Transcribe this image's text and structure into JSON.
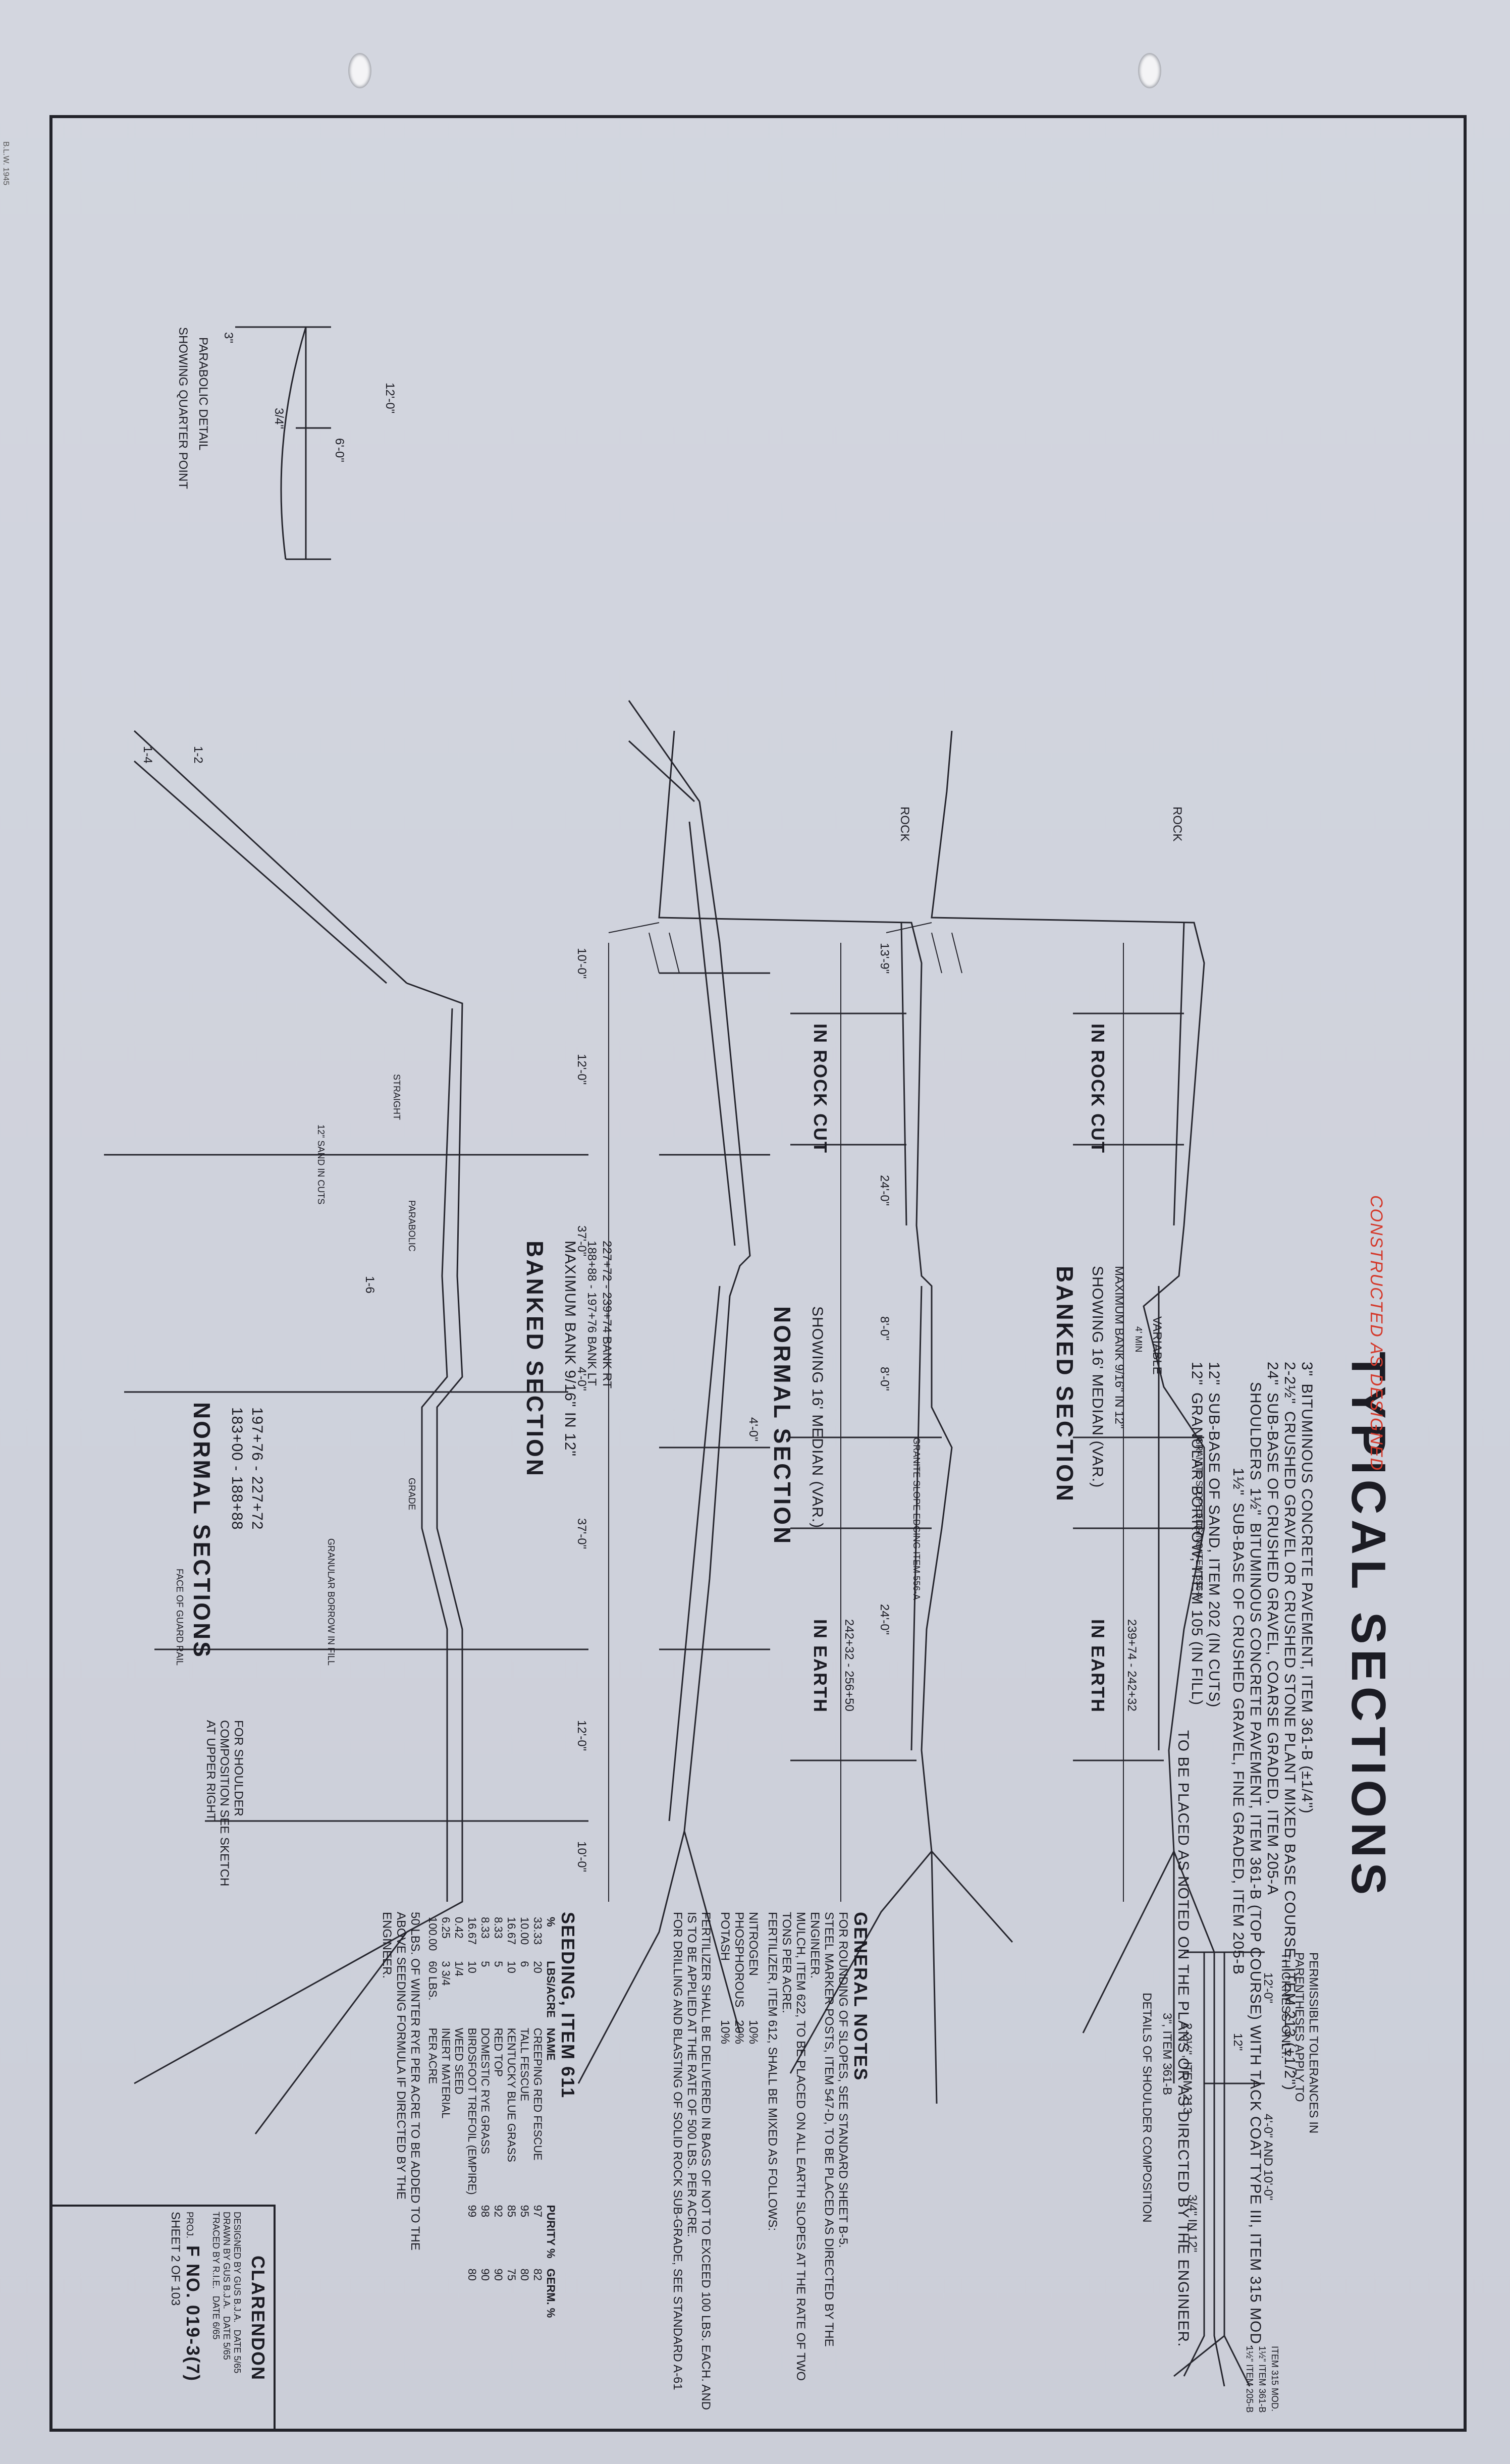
{
  "sheet_title": "TYPICAL SECTIONS",
  "stamp": "CONSTRUCTED AS DESIGNED",
  "margin_stamp": "B.L.W. 1945",
  "materials": [
    {
      "thk": "3\"",
      "text": "BITUMINOUS CONCRETE PAVEMENT, ITEM 361-B (±1/4\")"
    },
    {
      "thk": "2-2½\"",
      "text": "CRUSHED GRAVEL OR CRUSHED STONE PLANT MIXED BASE COURSE, ITEM 213 (±1/2\")"
    },
    {
      "thk": "24\"",
      "text": "SUB-BASE OF CRUSHED GRAVEL, COARSE GRADED, ITEM 205-A"
    },
    {
      "thk": "1½\"",
      "text": "BITUMINOUS CONCRETE PAVEMENT, ITEM 361-B (TOP COURSE) WITH TACK COAT TYPE III, ITEM 315 MOD."
    },
    {
      "thk": "1½\"",
      "text": "SUB-BASE OF CRUSHED GRAVEL, FINE GRADED, ITEM 205-B"
    },
    {
      "thk": "12\"",
      "text": "SUB-BASE OF SAND, ITEM 202 (IN CUTS)"
    },
    {
      "thk": "12\"",
      "text": "GRANULAR BORROW, ITEM 105 (IN FILL)"
    }
  ],
  "shoulders_label": "SHOULDERS",
  "placed_note": "TO BE PLACED AS NOTED ON THE PLANS OR AS DIRECTED BY THE ENGINEER.",
  "tolerance_note": "PERMISSIBLE TOLERANCES IN PARENTHESES APPLY TO THICKNESS ONLY.",
  "parabolic": {
    "title": "PARABOLIC DETAIL",
    "sub": "SHOWING QUARTER POINT",
    "d1": "12'-0\"",
    "d2": "6'-0\"",
    "d3": "3\"",
    "d4": "3/4\""
  },
  "sections": {
    "normal_top": {
      "title": "NORMAL SECTIONS",
      "sta1": "183+00 - 188+88",
      "sta2": "197+76 - 227+72"
    },
    "banked_top": {
      "title": "BANKED SECTION",
      "sub": "MAXIMUM BANK 9/16\" IN 12\"",
      "sta1": "188+88 - 197+76 BANK LT",
      "sta2": "227+72 - 239+74 BANK RT"
    },
    "normal_rock": {
      "title": "NORMAL SECTION",
      "sub": "SHOWING 16' MEDIAN (VAR.)",
      "left": "IN ROCK CUT",
      "right": "IN EARTH",
      "sta": "242+32 - 256+50"
    },
    "banked_rock": {
      "title": "BANKED SECTION",
      "sub": "SHOWING 16' MEDIAN (VAR.)",
      "left": "IN ROCK CUT",
      "right": "IN EARTH",
      "bank": "MAXIMUM BANK 9/16\" IN 12\"",
      "sta": "239+74 - 242+32"
    }
  },
  "dims": {
    "d37": "37'-0\"",
    "d12": "12'-0\"",
    "d10": "10'-0\"",
    "d4": "4'-0\"",
    "d24": "24'-0\"",
    "d8": "8'-0\"",
    "d13": "13'-9\"",
    "variable": "VARIABLE",
    "min": "4' MIN",
    "rock": "ROCK",
    "slope14": "1-4",
    "slope12": "1-2",
    "slope16": "1-6",
    "straight": "STRAIGHT",
    "parabolic": "PARABOLIC",
    "grade": "GRADE",
    "guard": "FACE OF GUARD RAIL",
    "granular": "GRANULAR BORROW IN FILL",
    "sand": "12\" SAND IN CUTS",
    "edging": "GRANITE SLOPE EDGING ITEM 556-A"
  },
  "shoulder_detail": {
    "title": "DETAILS OF SHOULDER COMPOSITION",
    "see_note": "FOR SHOULDER COMPOSITION SEE SKETCH AT UPPER RIGHT",
    "l1": "12'-0\"",
    "l2": "4'-0\" AND 10'-0\"",
    "l3": "12\"",
    "l4": "3/4\" IN 12\"",
    "l5": "ITEM 315 MOD.",
    "l6": "1½\" ITEM 361-B",
    "l7": "1½\" ITEM 205-B",
    "l8": "2-2½\", ITEM 213",
    "l9": "3\", ITEM 361-B"
  },
  "general_notes": {
    "title": "GENERAL NOTES",
    "lines": [
      "FOR ROUNDING OF SLOPES, SEE STANDARD SHEET B-5.",
      "STEEL MARKER POSTS, ITEM 547-D, TO BE PLACED AS DIRECTED BY THE ENGINEER.",
      "MULCH, ITEM 622, TO BE PLACED ON ALL EARTH SLOPES AT THE RATE OF TWO TONS PER ACRE.",
      "FERTILIZER, ITEM 612, SHALL BE MIXED AS FOLLOWS:"
    ],
    "fert": [
      [
        "NITROGEN",
        "10%"
      ],
      [
        "PHOSPHOROUS",
        "20%"
      ],
      [
        "POTASH",
        "10%"
      ]
    ],
    "fert_note": "FERTILIZER SHALL BE DELIVERED IN BAGS OF NOT TO EXCEED 100 LBS. EACH. AND IS TO BE APPLIED AT THE RATE OF 500 LBS. PER ACRE.",
    "rock_note": "FOR DRILLING AND BLASTING OF SOLID ROCK SUB-GRADE, SEE STANDARD A-61"
  },
  "seeding": {
    "title": "SEEDING, ITEM 611",
    "headers": [
      "%",
      "LBS/ACRE",
      "NAME",
      "PURITY %",
      "GERM. %"
    ],
    "rows": [
      [
        "33.33",
        "20",
        "CREEPING RED FESCUE",
        "97",
        "82"
      ],
      [
        "10.00",
        "6",
        "TALL FESCUE",
        "95",
        "80"
      ],
      [
        "16.67",
        "10",
        "KENTUCKY BLUE GRASS",
        "85",
        "75"
      ],
      [
        "8.33",
        "5",
        "RED TOP",
        "92",
        "90"
      ],
      [
        "8.33",
        "5",
        "DOMESTIC RYE GRASS",
        "98",
        "90"
      ],
      [
        "16.67",
        "10",
        "BIRDSFOOT TREFOIL (EMPIRE)",
        "99",
        "80"
      ],
      [
        "0.42",
        "1/4",
        "WEED SEED",
        "",
        ""
      ],
      [
        "6.25",
        "3 3/4",
        "INERT MATERIAL",
        "",
        ""
      ],
      [
        "100.00",
        "60 LBS.",
        "PER ACRE",
        "",
        ""
      ]
    ],
    "note": "50 LBS. OF WINTER RYE PER ACRE TO BE ADDED TO THE ABOVE SEEDING FORMULA IF DIRECTED BY THE ENGINEER."
  },
  "title_block": {
    "town": "CLARENDON",
    "designed_by": "DESIGNED BY GUS B.J.A.",
    "designed_date": "DATE 5/65",
    "drawn_by": "DRAWN BY GUS B.J.A.",
    "drawn_date": "DATE 5/65",
    "traced_by": "TRACED BY R.I.E.",
    "traced_date": "DATE 6/65",
    "proj_label": "PROJ.",
    "proj": "F NO. 019-3(7)",
    "sheet": "SHEET 2 OF 103"
  }
}
